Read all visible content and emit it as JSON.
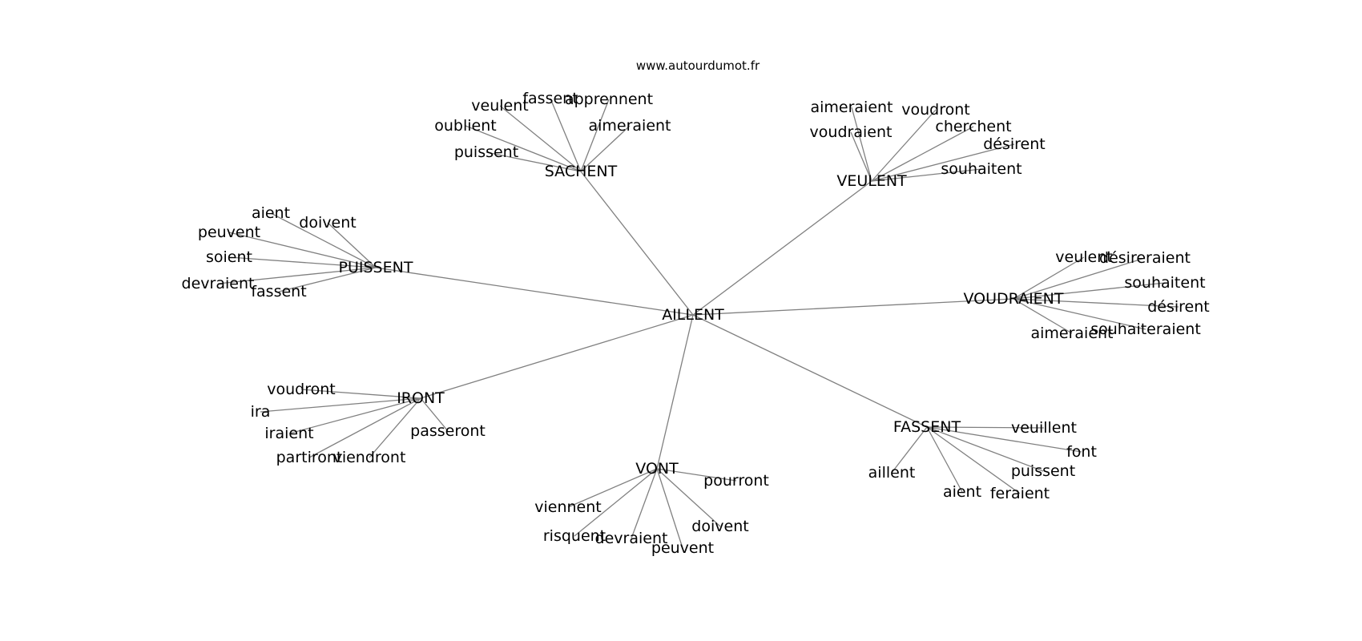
{
  "site": "www.autourdumot.fr",
  "center": "AILLENT",
  "hubs": [
    {
      "id": "sachent",
      "label": "SACHENT",
      "leaves": [
        "veulent",
        "fassent",
        "apprennent",
        "oublient",
        "aimeraient",
        "puissent"
      ]
    },
    {
      "id": "veulent",
      "label": "VEULENT",
      "leaves": [
        "aimeraient",
        "voudront",
        "voudraient",
        "cherchent",
        "désirent",
        "souhaitent"
      ]
    },
    {
      "id": "puissent",
      "label": "PUISSENT",
      "leaves": [
        "aient",
        "doivent",
        "peuvent",
        "soient",
        "devraient",
        "fassent"
      ]
    },
    {
      "id": "voudraient",
      "label": "VOUDRAIENT",
      "leaves": [
        "veulent",
        "désireraient",
        "souhaitent",
        "désirent",
        "aimeraient",
        "souhaiteraient"
      ]
    },
    {
      "id": "iront",
      "label": "IRONT",
      "leaves": [
        "voudront",
        "ira",
        "iraient",
        "passeront",
        "partiront",
        "viendront"
      ]
    },
    {
      "id": "fassent",
      "label": "FASSENT",
      "leaves": [
        "veuillent",
        "font",
        "aillent",
        "puissent",
        "aient",
        "feraient"
      ]
    },
    {
      "id": "vont",
      "label": "VONT",
      "leaves": [
        "pourront",
        "viennent",
        "doivent",
        "risquent",
        "devraient",
        "peuvent"
      ]
    }
  ]
}
